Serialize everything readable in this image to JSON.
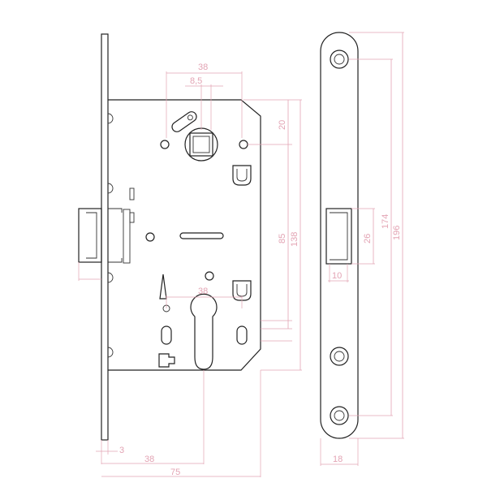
{
  "colors": {
    "outline": "#222222",
    "dimension": "#e3a4b4",
    "background": "#ffffff"
  },
  "dimensions": {
    "d38_top": "38",
    "d8_5": "8,5",
    "d20": "20",
    "d85": "85",
    "d138": "138",
    "d38_mid": "38",
    "d3": "3",
    "d38_bottom": "38",
    "d75": "75",
    "d174": "174",
    "d196": "196",
    "d26": "26",
    "d10": "10",
    "d18": "18"
  }
}
